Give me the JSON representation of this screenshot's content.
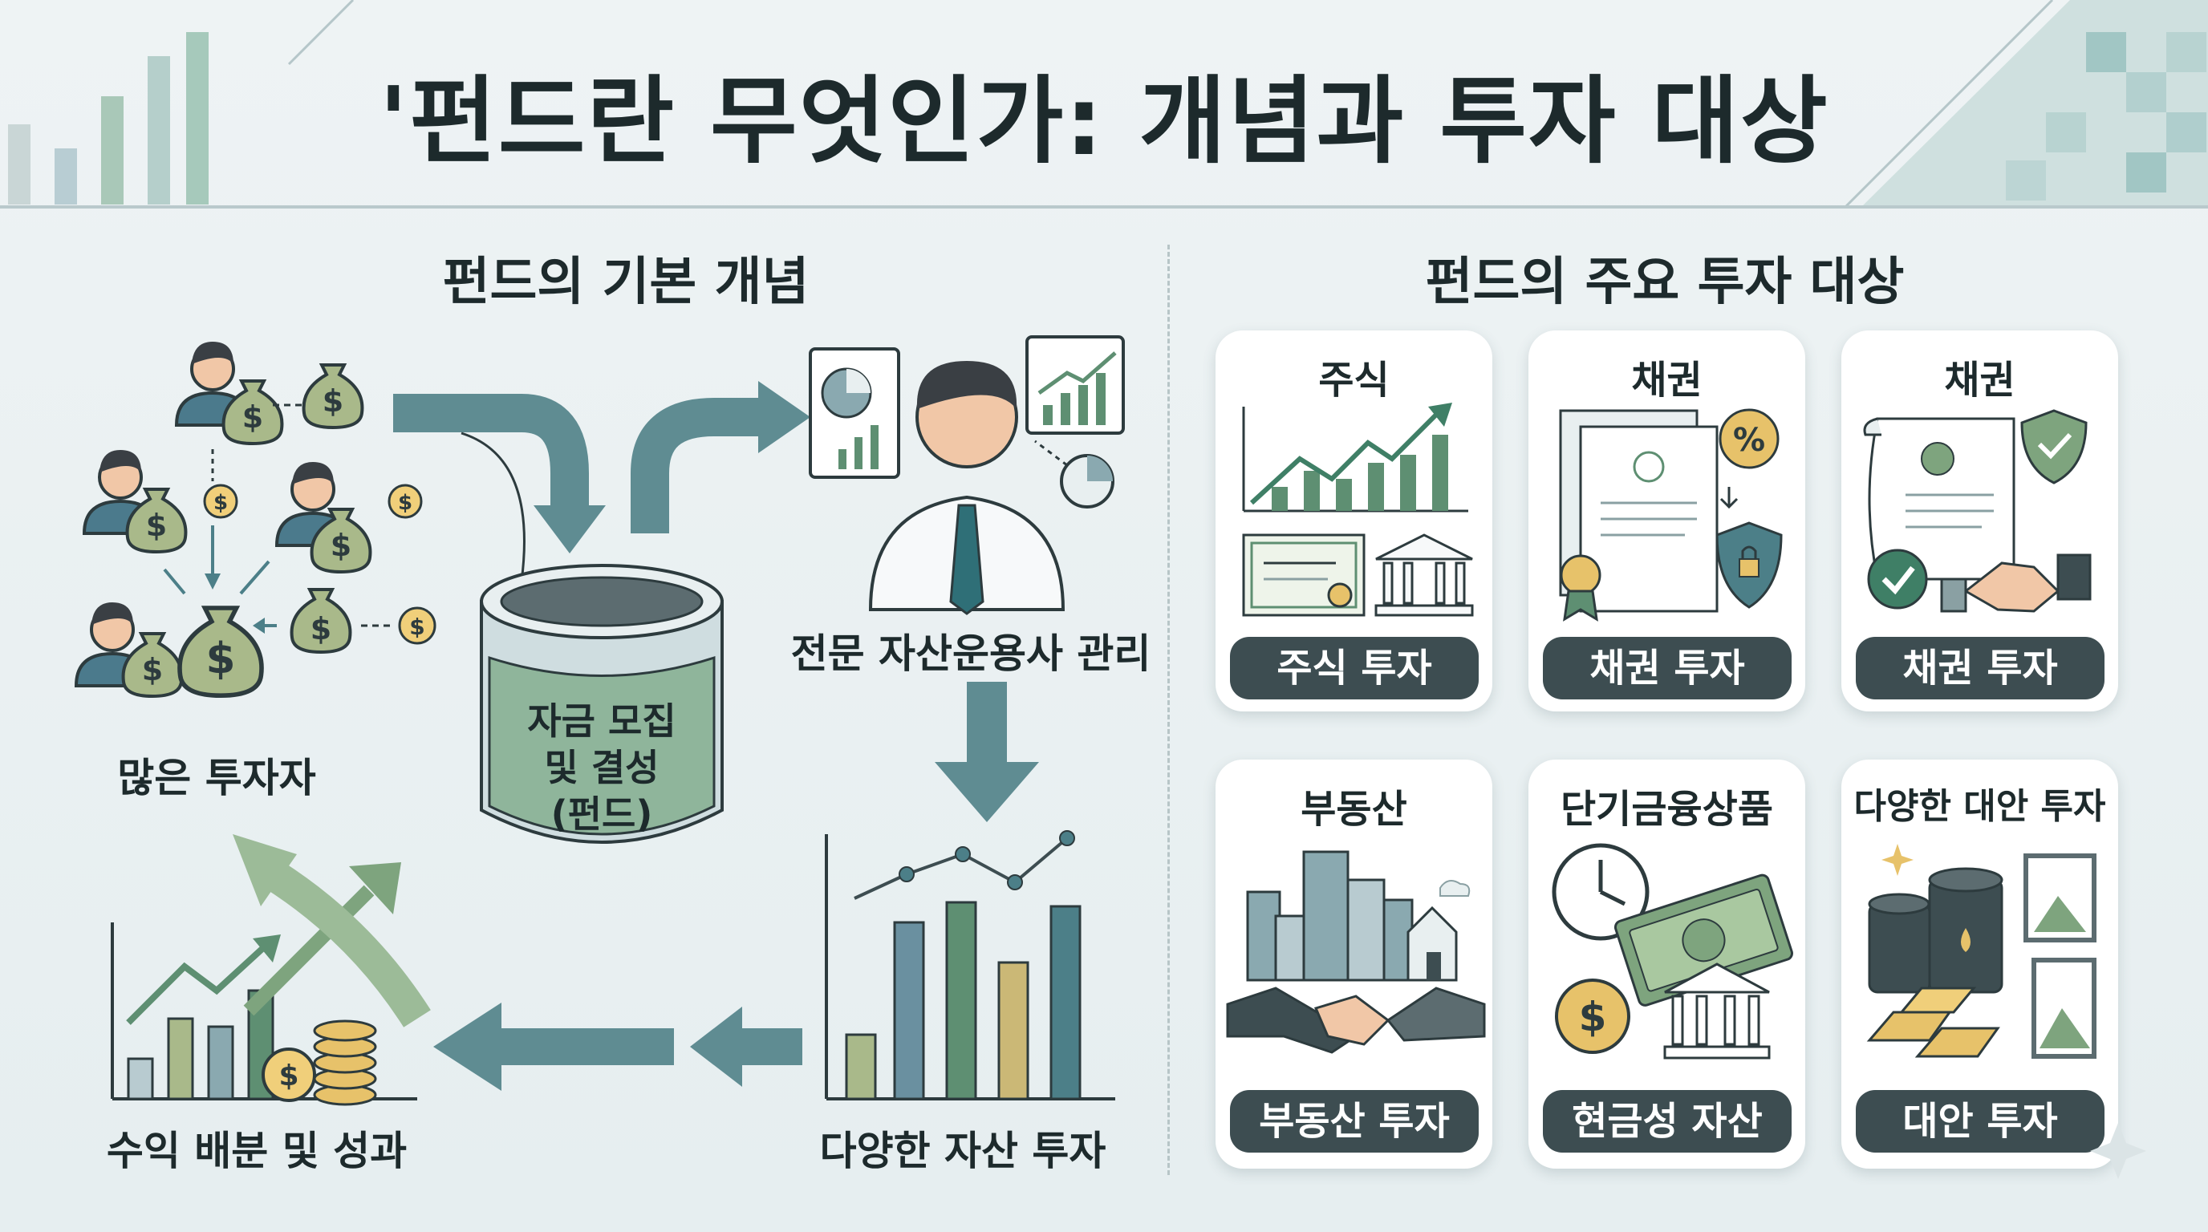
{
  "title": "'펀드란 무엇인가: 개념과 투자 대상",
  "left": {
    "title": "펀드의 기본 개념",
    "investors_label": "많은 투자자",
    "pool_label_1": "자금 모집",
    "pool_label_2": "및 결성",
    "pool_label_3": "(펀드)",
    "manager_label": "전문 자산운용사 관리",
    "diverse_label": "다양한 자산 투자",
    "returns_label": "수익 배분 및 성과",
    "currency_symbol": "$"
  },
  "right": {
    "title": "펀드의 주요 투자 대상",
    "cards": [
      {
        "title": "주식",
        "button": "주식 투자",
        "icon": "stock-chart-icon"
      },
      {
        "title": "채권",
        "button": "채권 투자",
        "icon": "bond-document-icon"
      },
      {
        "title": "채권",
        "button": "채권 투자",
        "icon": "bond-contract-icon"
      },
      {
        "title": "부동산",
        "button": "부동산 투자",
        "icon": "real-estate-icon"
      },
      {
        "title": "단기금융상품",
        "button": "현금성 자산",
        "icon": "cash-clock-icon"
      },
      {
        "title": "다양한 대안 투자",
        "button": "대안 투자",
        "icon": "alternative-assets-icon"
      }
    ]
  },
  "colors": {
    "teal": "#4c7f88",
    "green": "#5e8f72",
    "dark": "#3d4d51",
    "gold": "#d8b15a"
  }
}
